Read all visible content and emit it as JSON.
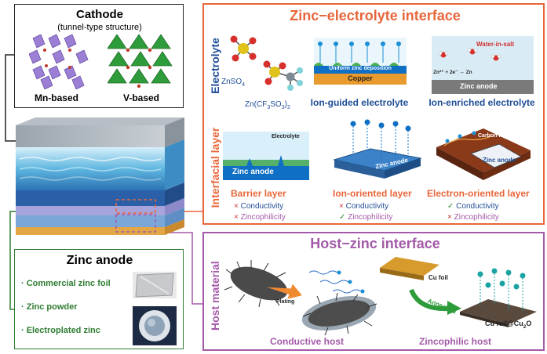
{
  "colors": {
    "orange": "#e8663a",
    "green": "#2f7d32",
    "purple": "#a35aa8",
    "blue": "#1f4e96",
    "red": "#d03030",
    "check": "#2a8a2a"
  },
  "cathode": {
    "title": "Cathode",
    "subtitle": "(tunnel-type structure)",
    "mn_label": "Mn-based",
    "v_label": "V-based"
  },
  "zinc_anode": {
    "title": "Zinc anode",
    "items": [
      "· Commercial zinc foil",
      "· Zinc powder",
      "· Electroplated zinc"
    ]
  },
  "zei": {
    "title": "Zinc−electrolyte interface",
    "side_electrolyte": "Electrolyte",
    "side_interfacial": "Interfacial layer",
    "znso4": "ZnSO",
    "znso4_sub": "4",
    "zncf3": "Zn(CF",
    "zncf3_a": "3",
    "zncf3_b": "SO",
    "zncf3_c": "3",
    "zncf3_d": ")",
    "zncf3_e": "2",
    "ion_guided": {
      "uniform": "Uniform zinc deposition",
      "copper": "Copper",
      "label": "Ion-guided electrolyte"
    },
    "ion_enriched": {
      "wis": "Water-in-salt",
      "reaction": "Zn²⁺ + 2e⁻ ↔ Zn",
      "anode": "Zinc anode",
      "label": "Ion-enriched electrolyte"
    },
    "barrier": {
      "electrolyte": "Electrolyte",
      "anode": "Zinc anode",
      "label": "Barrier layer"
    },
    "ion_oriented": {
      "anode": "Zinc anode",
      "label": "Ion-oriented layer"
    },
    "electron_oriented": {
      "carbon": "Carbon layer",
      "anode": "Zinc anode",
      "label": "Electron-oriented layer"
    },
    "conductivity": "Conductivity",
    "zincophilicity": "Zincophilicity",
    "cross": "×",
    "check": "✓"
  },
  "hzi": {
    "title": "Host−zinc interface",
    "side": "Host material",
    "plating": "Plating",
    "cu_foil": "Cu foil",
    "annealing": "Annealing",
    "cu_foil_cu2o": "Cu foil@Cu",
    "cu_foil_sub": "2",
    "cu_foil_o": "O",
    "conductive": "Conductive host",
    "zincophilic": "Zincophilic host"
  }
}
